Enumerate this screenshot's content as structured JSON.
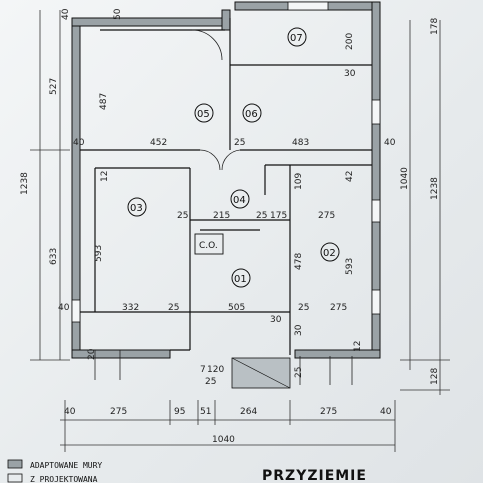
{
  "plan": {
    "title": "PRZYZIEMIE",
    "legend": [
      "ADAPTOWANE MURY",
      "Z PROJEKTOWANA"
    ],
    "rooms": [
      "01",
      "02",
      "03",
      "04",
      "05",
      "06",
      "07"
    ],
    "co_label": "C.O.",
    "dims": {
      "bottom": [
        "40",
        "275",
        "95",
        "51",
        "264",
        "275",
        "40"
      ],
      "bottom_total": "1040",
      "left_outer": [
        "527",
        "1238",
        "633"
      ],
      "right_outer": [
        "1238",
        "178",
        "128"
      ],
      "right_inner": [
        "1040"
      ],
      "top": [
        "40",
        "50"
      ],
      "room_top": [
        "200",
        "30",
        "487",
        "40",
        "452",
        "25",
        "483",
        "40",
        "42"
      ],
      "room_mid": [
        "109",
        "12",
        "25",
        "215",
        "25",
        "175",
        "275",
        "593",
        "593",
        "478"
      ],
      "room_bottom": [
        "40",
        "332",
        "25",
        "505",
        "25",
        "275",
        "30",
        "25",
        "20",
        "12"
      ],
      "entry": [
        "7",
        "120",
        "25",
        "30"
      ]
    }
  }
}
